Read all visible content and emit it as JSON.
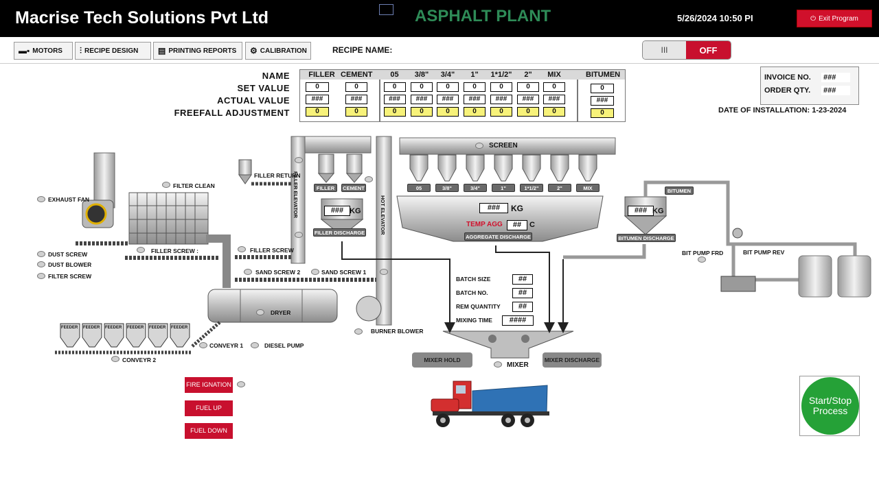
{
  "header": {
    "company": "Macrise Tech Solutions Pvt Ltd",
    "plant_title": "ASPHALT PLANT",
    "datetime": "5/26/2024 10:50 PI",
    "exit_label": "Exit Program"
  },
  "toolbar": {
    "motors": "MOTORS",
    "recipe_design": "RECIPE DESIGN",
    "printing_reports": "PRINTING REPORTS",
    "calibration": "CALIBRATION",
    "recipe_name": "RECIPE NAME:",
    "toggle_left": "III",
    "toggle_state": "OFF"
  },
  "recipe": {
    "row_labels": [
      "NAME",
      "SET VALUE",
      "ACTUAL VALUE",
      "FREEFALL ADJUSTMENT"
    ],
    "columns": [
      "FILLER",
      "CEMENT",
      "05",
      "3/8\"",
      "3/4\"",
      "1\"",
      "1*1/2\"",
      "2\"",
      "MIX",
      "BITUMEN"
    ],
    "set_value": "0",
    "actual_value": "###",
    "freefall": "0"
  },
  "invoice": {
    "invoice_label": "INVOICE NO.",
    "invoice_value": "###",
    "order_label": "ORDER QTY.",
    "order_value": "###",
    "installation": "DATE OF INSTALLATION: 1-23-2024"
  },
  "plant": {
    "exhaust_fan": "EXHAUST FAN",
    "filter_clean": "FILTER CLEAN",
    "filler_return": "FILLER RETURN",
    "filler_elevator": "FILLER ELEVATOR",
    "hot_elevator": "HOT ELEVATOR",
    "filler_bin": "FILLER",
    "cement_bin": "CEMENT",
    "filler_weight": "###",
    "filler_unit": "KG",
    "filler_discharge": "FILLER DISCHARGE",
    "screen": "SCREEN",
    "hoppers": [
      "05",
      "3/8\"",
      "3/4\"",
      "1\"",
      "1*1/2\"",
      "2\"",
      "MIX"
    ],
    "agg_weight": "###",
    "agg_unit": "KG",
    "temp_label": "TEMP AGG",
    "temp_value": "##",
    "temp_unit": "C",
    "aggregate_discharge": "AGGREGATE DISCHARGE",
    "bitumen": "BITUMEN",
    "bitumen_weight": "###",
    "bitumen_unit": "KG",
    "bitumen_discharge": "BITUMEN DISCHARGE",
    "bit_pump_frd": "BIT PUMP FRD",
    "bit_pump_rev": "BIT PUMP REV",
    "dust_screw": "DUST SCREW",
    "dust_blower": "DUST BLOWER",
    "filter_screw": "FILTER SCREW",
    "filler_screw_1": "FILLER SCREW :",
    "filler_screw_2": "FILLER SCREW",
    "sand_screw_2": "SAND SCREW 2",
    "sand_screw_1": "SAND SCREW 1",
    "dryer": "DRYER",
    "burner_blower": "BURNER BLOWER",
    "conveyor_1": "CONVEYR 1",
    "conveyor_2": "CONVEYR 2",
    "diesel_pump": "DIESEL PUMP",
    "feeder": "FEEDER",
    "mixer": "MIXER"
  },
  "batch": {
    "batch_size_label": "BATCH SIZE",
    "batch_size_value": "##",
    "batch_no_label": "BATCH NO.",
    "batch_no_value": "##",
    "rem_qty_label": "REM QUANTITY",
    "rem_qty_value": "##",
    "mixing_time_label": "MIXING TIME",
    "mixing_time_value": "####"
  },
  "controls": {
    "fire_ignition": "FIRE IGNATION",
    "fuel_up": "FUEL UP",
    "fuel_down": "FUEL DOWN",
    "mixer_hold": "MIXER HOLD",
    "mixer_discharge": "MIXER DISCHARGE",
    "start_stop": "Start/Stop Process"
  },
  "colors": {
    "header_bg": "#000000",
    "plant_title": "#2e8b57",
    "alarm_red": "#c8102e",
    "start_green": "#25a137",
    "input_yellow": "#f7f27a"
  }
}
